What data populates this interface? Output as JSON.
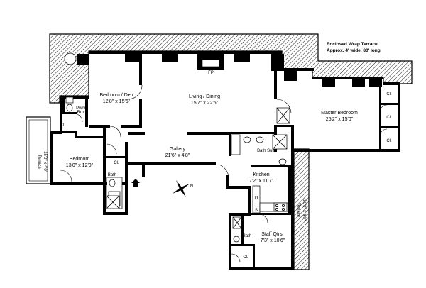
{
  "rooms": {
    "terrace_wrap": {
      "name": "Enclosed Wrap Terrace",
      "dim": "Approx. 4' wide, 80' long"
    },
    "pwdr": {
      "name": "Pwdr",
      "name2": "Rm."
    },
    "bedroom_den": {
      "name": "Bedroom / Den",
      "dim": "12'8\" x 15'6\""
    },
    "living_dining": {
      "name": "Living / Dining",
      "dim": "15'7\" x 22'5\""
    },
    "fp": {
      "name": "FP"
    },
    "master_bedroom": {
      "name": "Master Bedroom",
      "dim": "25'2\" x 15'0\""
    },
    "terrace_left": {
      "name": "Terrace",
      "dim": "15'0\" x 4'0\""
    },
    "bedroom": {
      "name": "Bedroom",
      "dim": "13'0\" x 12'0\""
    },
    "bath_left": {
      "name": "Bath"
    },
    "gallery": {
      "name": "Gallery",
      "dim": "21'6\" x 4'8\""
    },
    "bath_suite": {
      "name": "Bath Suite"
    },
    "kitchen": {
      "name": "Kitchen",
      "dim": "7'2\" x 11'7\""
    },
    "terrace_right": {
      "name": "Terrace",
      "dim": "26'0\" x 4'0\""
    },
    "bath_staff": {
      "name": "Bath"
    },
    "staff_qtrs": {
      "name": "Staff Qtrs.",
      "dim": "7'3\" x 10'6\""
    }
  },
  "closets": {
    "label": "Cl."
  },
  "appliances": {
    "stove": "S",
    "oven": "O"
  },
  "compass": {
    "north": "N"
  }
}
